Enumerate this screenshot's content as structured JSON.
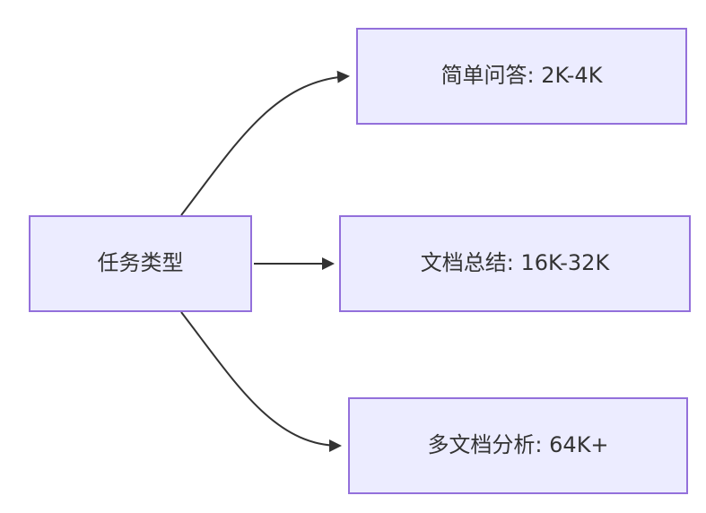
{
  "diagram": {
    "type": "flowchart-left-to-right",
    "root": {
      "label": "任务类型"
    },
    "children": [
      {
        "label": "简单问答: 2K-4K"
      },
      {
        "label": "文档总结: 16K-32K"
      },
      {
        "label": "多文档分析: 64K+"
      }
    ],
    "colors": {
      "background": "#FFFFFF",
      "node_fill": "#ECECFF",
      "node_border": "#9370DB",
      "text": "#333333",
      "arrow": "#333333"
    }
  }
}
